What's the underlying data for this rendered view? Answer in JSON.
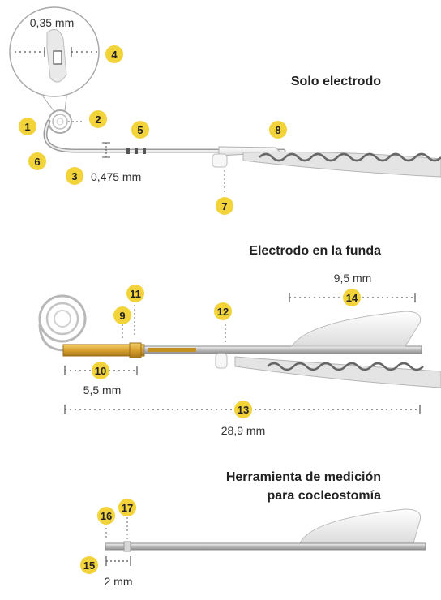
{
  "sections": {
    "solo": {
      "title": "Solo electrodo"
    },
    "funda": {
      "title": "Electrodo en la funda"
    },
    "herramienta": {
      "title_line1": "Herramienta de medición",
      "title_line2": "para cocleostomía"
    }
  },
  "measurements": {
    "tip_width": "0,35 mm",
    "electrode_diameter": "0,475 mm",
    "handle_length": "9,5 mm",
    "marker_span": "5,5 mm",
    "total_length": "28,9 mm",
    "tool_depth": "2 mm"
  },
  "callouts": [
    "1",
    "2",
    "3",
    "4",
    "5",
    "6",
    "7",
    "8",
    "9",
    "10",
    "11",
    "12",
    "13",
    "14",
    "15",
    "16",
    "17"
  ],
  "colors": {
    "badge": "#f2d33a",
    "gold_sheath": "#d9a12e",
    "silver": "#c9c9c9",
    "outline": "#9a9a9a"
  }
}
